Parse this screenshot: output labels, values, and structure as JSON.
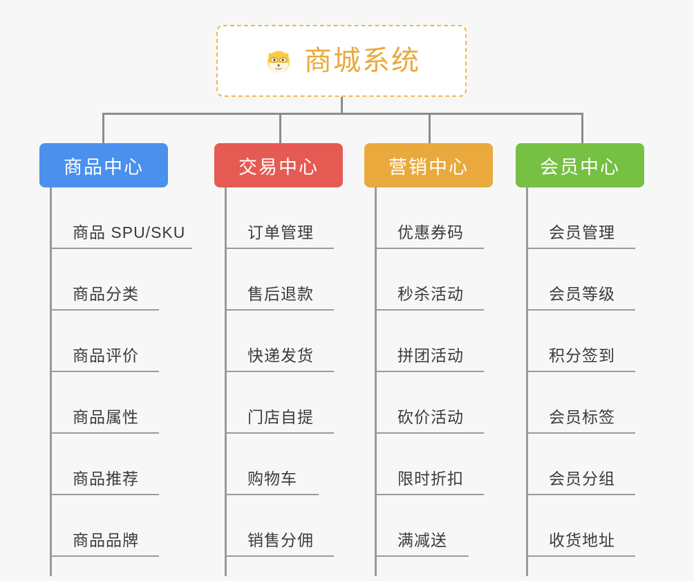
{
  "background_color": "#f7f7f7",
  "root": {
    "title": "商城系统",
    "icon": "shiba-dog-face-icon",
    "text_color": "#e9a93c",
    "border_color": "#efb950",
    "background_color": "#ffffff"
  },
  "connector_color": "#8c8c8c",
  "columns": [
    {
      "id": "product-center",
      "label": "商品中心",
      "color": "#4a90ec",
      "items": [
        "商品 SPU/SKU",
        "商品分类",
        "商品评价",
        "商品属性",
        "商品推荐",
        "商品品牌"
      ]
    },
    {
      "id": "trade-center",
      "label": "交易中心",
      "color": "#e55b54",
      "items": [
        "订单管理",
        "售后退款",
        "快递发货",
        "门店自提",
        "购物车",
        "销售分佣"
      ]
    },
    {
      "id": "marketing-center",
      "label": "营销中心",
      "color": "#e9a93c",
      "items": [
        "优惠券码",
        "秒杀活动",
        "拼团活动",
        "砍价活动",
        "限时折扣",
        "满减送"
      ]
    },
    {
      "id": "member-center",
      "label": "会员中心",
      "color": "#76c043",
      "items": [
        "会员管理",
        "会员等级",
        "积分签到",
        "会员标签",
        "会员分组",
        "收货地址"
      ]
    }
  ]
}
